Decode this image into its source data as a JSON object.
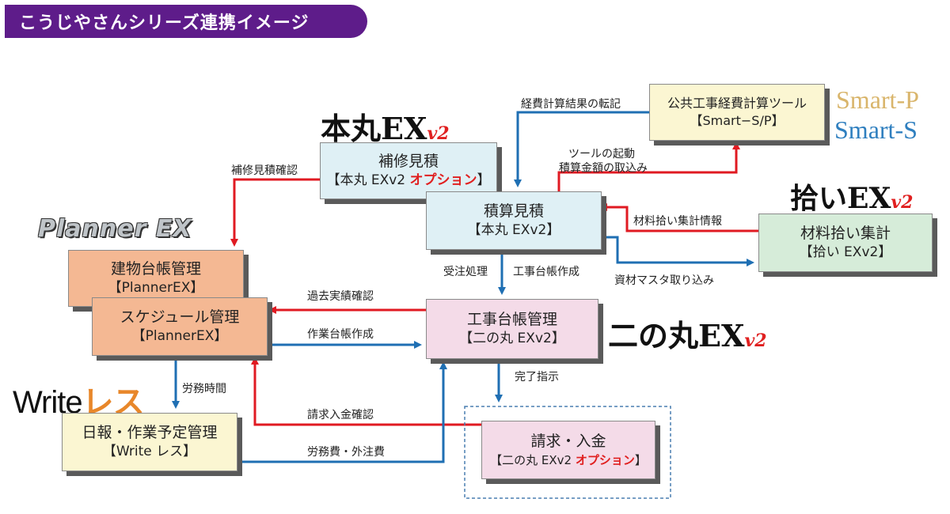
{
  "header": {
    "title": "こうじやさんシリーズ連携イメージ"
  },
  "logos": {
    "honmaru": "本丸EX",
    "honmaru_v2": "v2",
    "nimaru": "二の丸EX",
    "nimaru_v2": "v2",
    "hiroi": "拾いEX",
    "hiroi_v2": "v2",
    "planner": "Planner EX",
    "write": "Write",
    "write_less": "レス",
    "smart_p": "Smart-P",
    "smart_s": "Smart-S"
  },
  "boxes": {
    "koukyou": {
      "line1": "公共工事経費計算ツール",
      "line2": "【Smart−S/P】"
    },
    "hoshuu": {
      "line1": "補修見積",
      "line2_pre": "【本丸 EXv2 ",
      "line2_opt": "オプション",
      "line2_post": "】"
    },
    "sekisan": {
      "line1": "積算見積",
      "line2": "【本丸 EXv2】"
    },
    "zairyou": {
      "line1": "材料拾い集計",
      "line2": "【拾い EXv2】"
    },
    "tatemono": {
      "line1": "建物台帳管理",
      "line2": "【PlannerEX】"
    },
    "schedule": {
      "line1": "スケジュール管理",
      "line2": "【PlannerEX】"
    },
    "kouji": {
      "line1": "工事台帳管理",
      "line2": "【二の丸 EXv2】"
    },
    "nippou": {
      "line1": "日報・作業予定管理",
      "line2": "【Write レス】"
    },
    "seikyuu": {
      "line1": "請求・入金",
      "line2_pre": "【二の丸 EXv2 ",
      "line2_opt": "オプション",
      "line2_post": "】"
    }
  },
  "labels": {
    "keihi_tenki": "経費計算結果の転記",
    "tool_kidou": "ツールの起動",
    "sekisan_torikomi": "積算金額の取込み",
    "hoshuu_kakunin": "補修見積確認",
    "zairyou_jouhou": "材料拾い集計情報",
    "shizai_torikomi": "資材マスタ取り込み",
    "juchuu": "受注処理",
    "daichou_sakusei": "工事台帳作成",
    "kako_jisseki": "過去実績確認",
    "sagyou_daichou": "作業台帳作成",
    "roumu_jikan": "労務時間",
    "kanryou": "完了指示",
    "seikyuu_kakunin": "請求入金確認",
    "roumuhi": "労務費・外注費"
  },
  "colors": {
    "title_bg": "#5e1c8a",
    "red_arrow": "#e01a22",
    "blue_arrow": "#1f6fb3",
    "box_blue": "#dff0f5",
    "box_yellow": "#fbf6d2",
    "box_green": "#d6ecd9",
    "box_orange": "#f4b893",
    "box_pink": "#f4dbe8",
    "option_red": "#e02020"
  }
}
